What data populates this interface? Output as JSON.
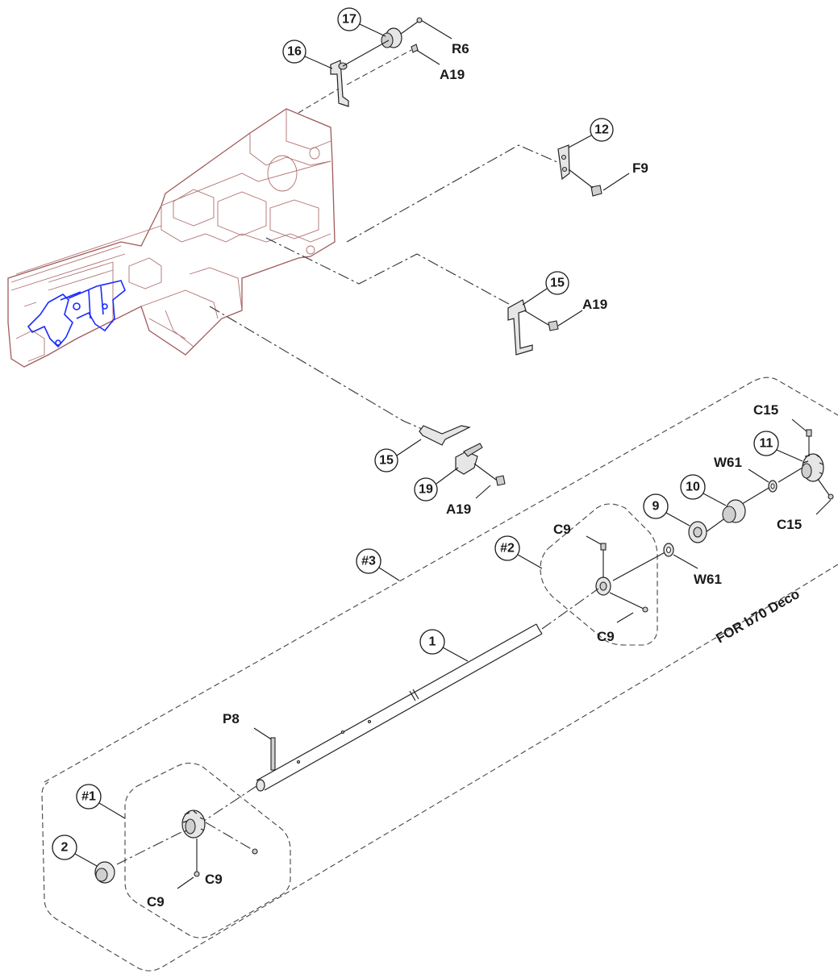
{
  "diagram": {
    "callouts": {
      "c17": "17",
      "c16": "16",
      "c12": "12",
      "c15a": "15",
      "c15b": "15",
      "c19": "19",
      "c11": "11",
      "c10": "10",
      "c9": "9",
      "c1": "1",
      "c2": "2",
      "g1": "#1",
      "g2": "#2",
      "g3": "#3"
    },
    "labels": {
      "r6": "R6",
      "a19_top": "A19",
      "f9": "F9",
      "a19_mid": "A19",
      "a19_low": "A19",
      "c15_top": "C15",
      "w61_top": "W61",
      "c15_right": "C15",
      "c9_g2_top": "C9",
      "w61_mid": "W61",
      "c9_g2_bottom": "C9",
      "p8": "P8",
      "c9_g1_right": "C9",
      "c9_g1_left": "C9",
      "variant_note": "FOR b70 Deco"
    },
    "colors": {
      "frame_outline": "#a05a5a",
      "highlight_part": "#1a2bff",
      "line": "#1a1a1a"
    }
  }
}
